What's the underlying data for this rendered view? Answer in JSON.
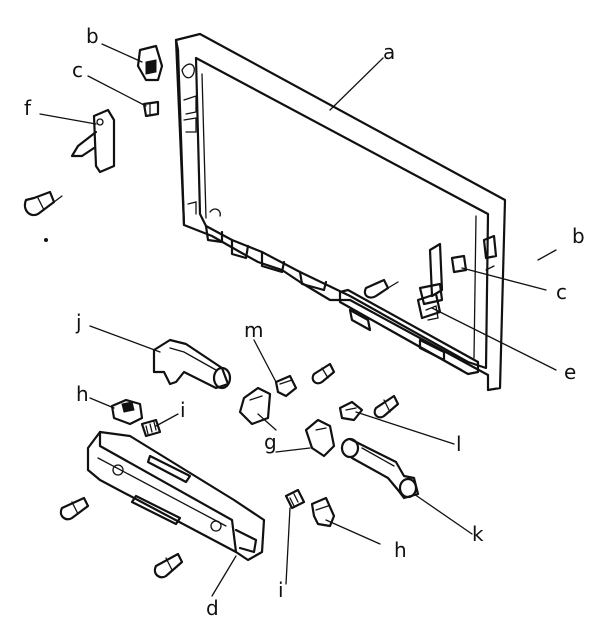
{
  "labels": {
    "a": "a",
    "b_top": "b",
    "b_right": "b",
    "c_top": "c",
    "c_right": "c",
    "d": "d",
    "e": "e",
    "f": "f",
    "g": "g",
    "h_left": "h",
    "h_bottom": "h",
    "i_left": "i",
    "i_bottom": "i",
    "j": "j",
    "k": "k",
    "l": "l",
    "m": "m"
  }
}
